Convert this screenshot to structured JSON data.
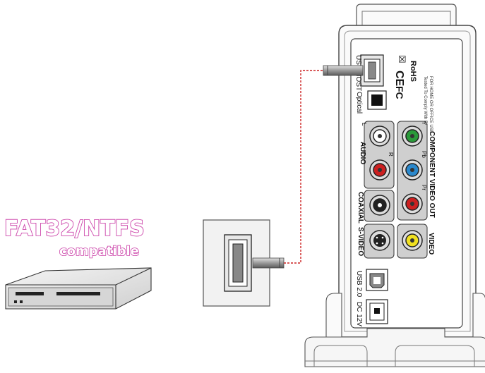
{
  "badge": {
    "line1": "FAT32/NTFS",
    "line2": "compatible"
  },
  "ports": {
    "usb_host": "USB HOST",
    "optical": "Optical",
    "audio": "AUDIO",
    "audio_l": "L",
    "audio_r": "R",
    "component": "COMPONENT VIDEO OUT",
    "comp_y": "Y",
    "comp_pb": "Pb",
    "comp_pr": "Pr",
    "coaxial": "COAXIAL",
    "svideo": "S-VIDEO",
    "video": "VIDEO",
    "usb2": "USB 2.0",
    "dc": "DC 12V"
  },
  "certs": {
    "weee": "☒",
    "ce": "CE",
    "fc": "FC",
    "rohs": "RoHS",
    "fcc_note": "Tested To Comply With FCC Standards",
    "fcc_note2": "FOR HOME OR OFFICE USE"
  },
  "colors": {
    "cable_dash": "#cc2222",
    "port_red": "#cc2020",
    "port_green": "#2a9a3a",
    "port_blue": "#2a88cc",
    "port_yellow": "#f0e020",
    "badge_pink": "#cc44aa"
  }
}
